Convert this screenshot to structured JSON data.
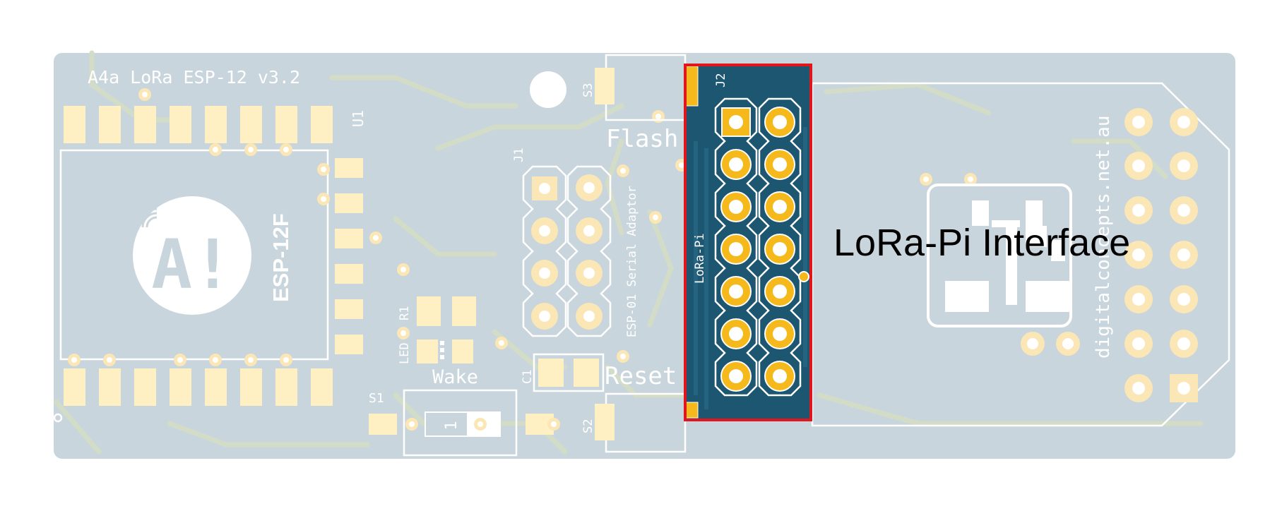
{
  "board": {
    "title": "A4a LoRa ESP-12 v3.2",
    "module_label": "ESP-12F",
    "website": "digitalconcepts.net.au",
    "header_description": "ESP-01 Serial Adaptor",
    "designators": {
      "u1": "U1",
      "j1": "J1",
      "j2": "J2",
      "s1": "S1",
      "s2": "S2",
      "s3": "S3",
      "r1": "R1",
      "c1": "C1",
      "led": "LED"
    },
    "button_labels": {
      "flash": "Flash",
      "reset": "Reset",
      "wake": "Wake"
    },
    "switch_pin_label": "1",
    "j2_board_label": "LoRa-Pi"
  },
  "annotation": {
    "label": "LoRa-Pi Interface",
    "highlight_color": "#e0161c"
  },
  "colors": {
    "pcb_fill": "#c9d5dc",
    "pad_gold": "#f6b91b",
    "highlight_mask": "#1c5670",
    "silkscreen": "#ffffff"
  }
}
